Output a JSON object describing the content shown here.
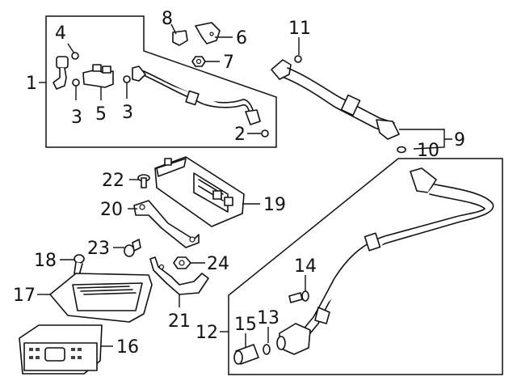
{
  "callouts": [
    {
      "id": "1",
      "label": "1"
    },
    {
      "id": "2",
      "label": "2"
    },
    {
      "id": "3a",
      "label": "3"
    },
    {
      "id": "3b",
      "label": "3"
    },
    {
      "id": "4",
      "label": "4"
    },
    {
      "id": "5",
      "label": "5"
    },
    {
      "id": "6",
      "label": "6"
    },
    {
      "id": "7",
      "label": "7"
    },
    {
      "id": "8",
      "label": "8"
    },
    {
      "id": "9",
      "label": "9"
    },
    {
      "id": "10",
      "label": "10"
    },
    {
      "id": "11",
      "label": "11"
    },
    {
      "id": "12",
      "label": "12"
    },
    {
      "id": "13",
      "label": "13"
    },
    {
      "id": "14",
      "label": "14"
    },
    {
      "id": "15",
      "label": "15"
    },
    {
      "id": "16",
      "label": "16"
    },
    {
      "id": "17",
      "label": "17"
    },
    {
      "id": "18",
      "label": "18"
    },
    {
      "id": "19",
      "label": "19"
    },
    {
      "id": "20",
      "label": "20"
    },
    {
      "id": "21",
      "label": "21"
    },
    {
      "id": "22",
      "label": "22"
    },
    {
      "id": "23",
      "label": "23"
    },
    {
      "id": "24",
      "label": "24"
    }
  ]
}
